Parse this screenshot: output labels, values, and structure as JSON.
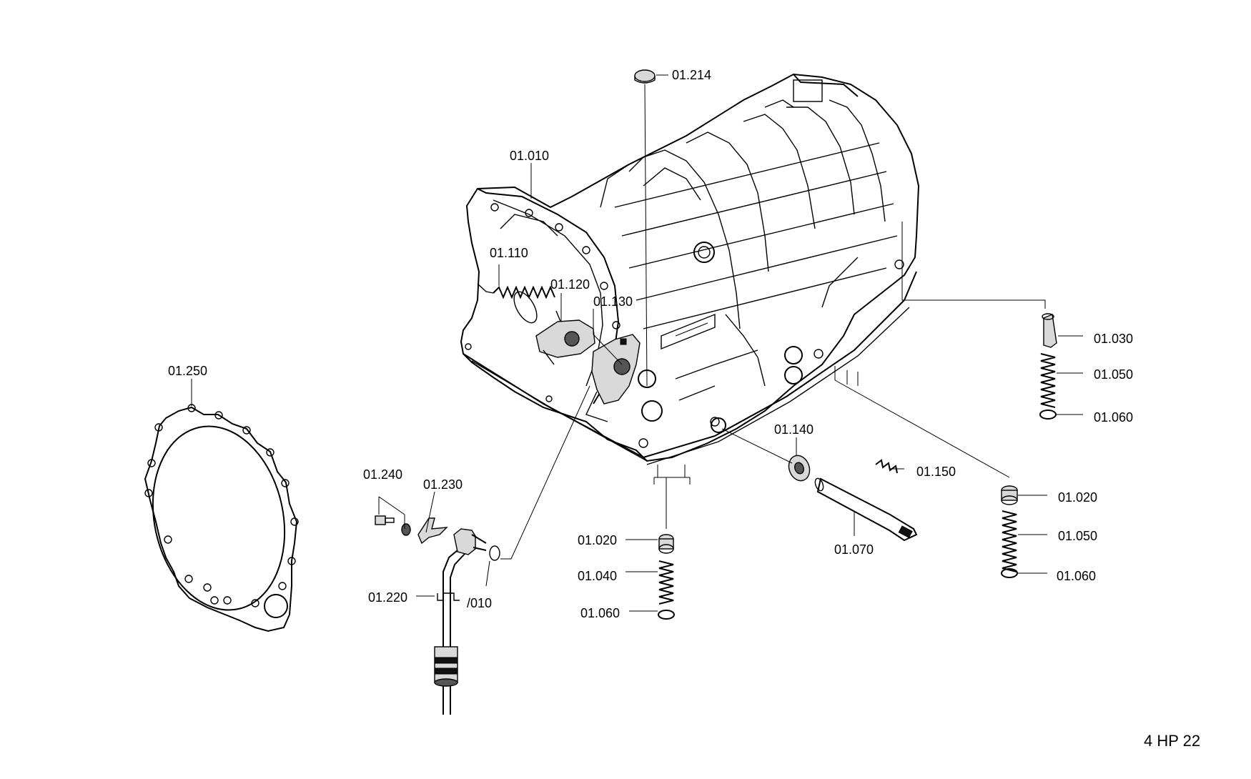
{
  "model": "4 HP 22",
  "callouts": {
    "c01_214": "01.214",
    "c01_010": "01.010",
    "c01_110": "01.110",
    "c01_120": "01.120",
    "c01_130": "01.130",
    "c01_250": "01.250",
    "c01_240": "01.240",
    "c01_230": "01.230",
    "c01_220": "01.220",
    "c_010": "/010",
    "c01_020_mid": "01.020",
    "c01_040": "01.040",
    "c01_060_mid": "01.060",
    "c01_140": "01.140",
    "c01_150": "01.150",
    "c01_070": "01.070",
    "c01_030": "01.030",
    "c01_050_top": "01.050",
    "c01_060_top": "01.060",
    "c01_020_right": "01.020",
    "c01_050_right": "01.050",
    "c01_060_right": "01.060"
  }
}
